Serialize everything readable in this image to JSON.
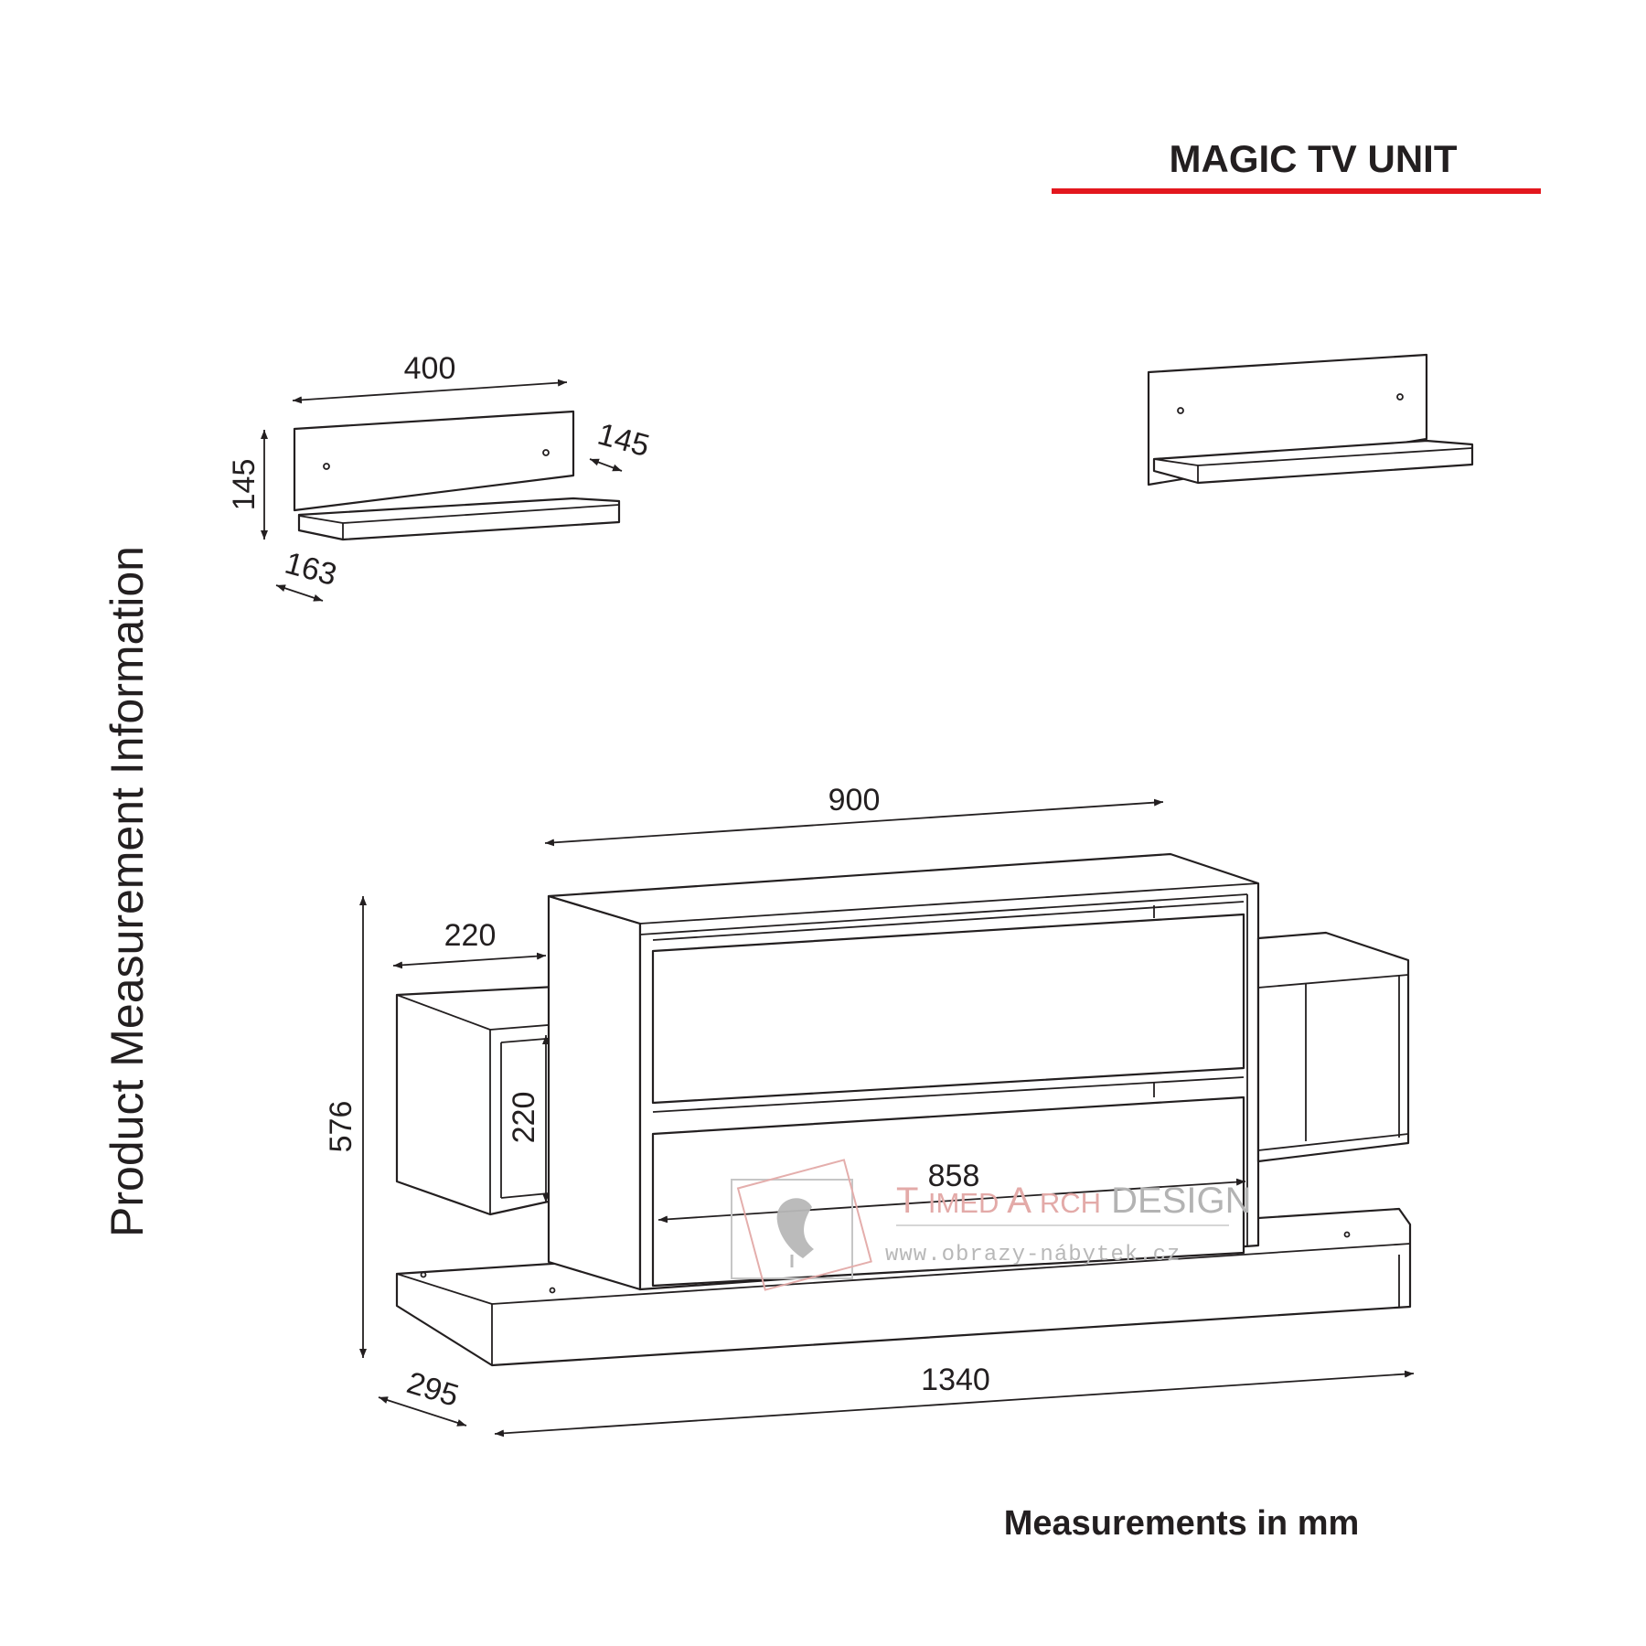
{
  "title": "MAGIC TV UNIT",
  "side_title": "Product Measurement Information",
  "footer": "Measurements in mm",
  "colors": {
    "ink": "#231f20",
    "title_rule": "#e3171e",
    "watermark": "#b3b3b3",
    "watermark_accent": "#e3aaa8"
  },
  "shelf_dims": {
    "width": "400",
    "height": "145",
    "depth": "145",
    "bottom_depth": "163"
  },
  "unit_dims": {
    "top_width": "900",
    "left_shelf_width": "220",
    "left_shelf_height": "220",
    "total_height": "576",
    "drawer_width": "858",
    "depth": "295",
    "total_width": "1340"
  },
  "watermark": {
    "brand_a": "T",
    "brand_b": "IMED",
    "brand_c": "A",
    "brand_d": "RCH",
    "brand_e": " DESIGN",
    "url": "www.obrazy-nábytek.cz"
  }
}
